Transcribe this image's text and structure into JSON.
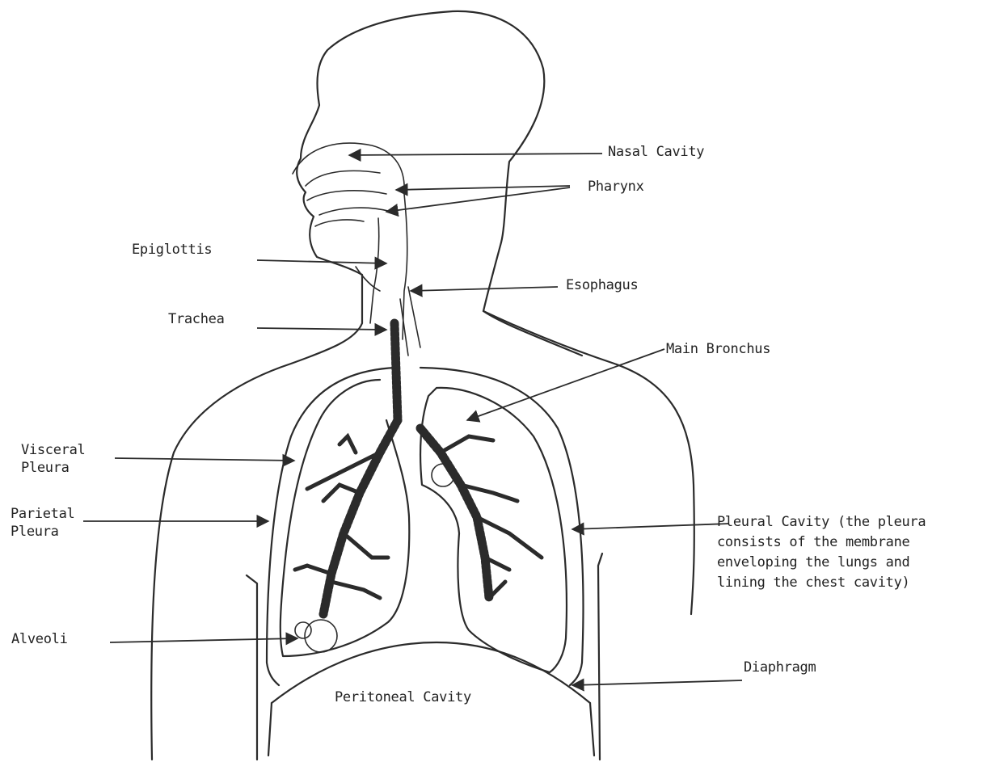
{
  "labels": {
    "nasal_cavity": "Nasal Cavity",
    "pharynx": "Pharynx",
    "epiglottis": "Epiglottis",
    "esophagus": "Esophagus",
    "trachea": "Trachea",
    "main_bronchus": "Main Bronchus",
    "visceral_pleura": "Visceral\nPleura",
    "parietal_pleura": "Parietal\nPleura",
    "pleural_cavity": "Pleural Cavity (the pleura\nconsists of the membrane\nenveloping the lungs and\nlining the chest cavity)",
    "alveoli": "Alveoli",
    "diaphragm": "Diaphragm",
    "peritoneal_cavity": "Peritoneal Cavity"
  }
}
